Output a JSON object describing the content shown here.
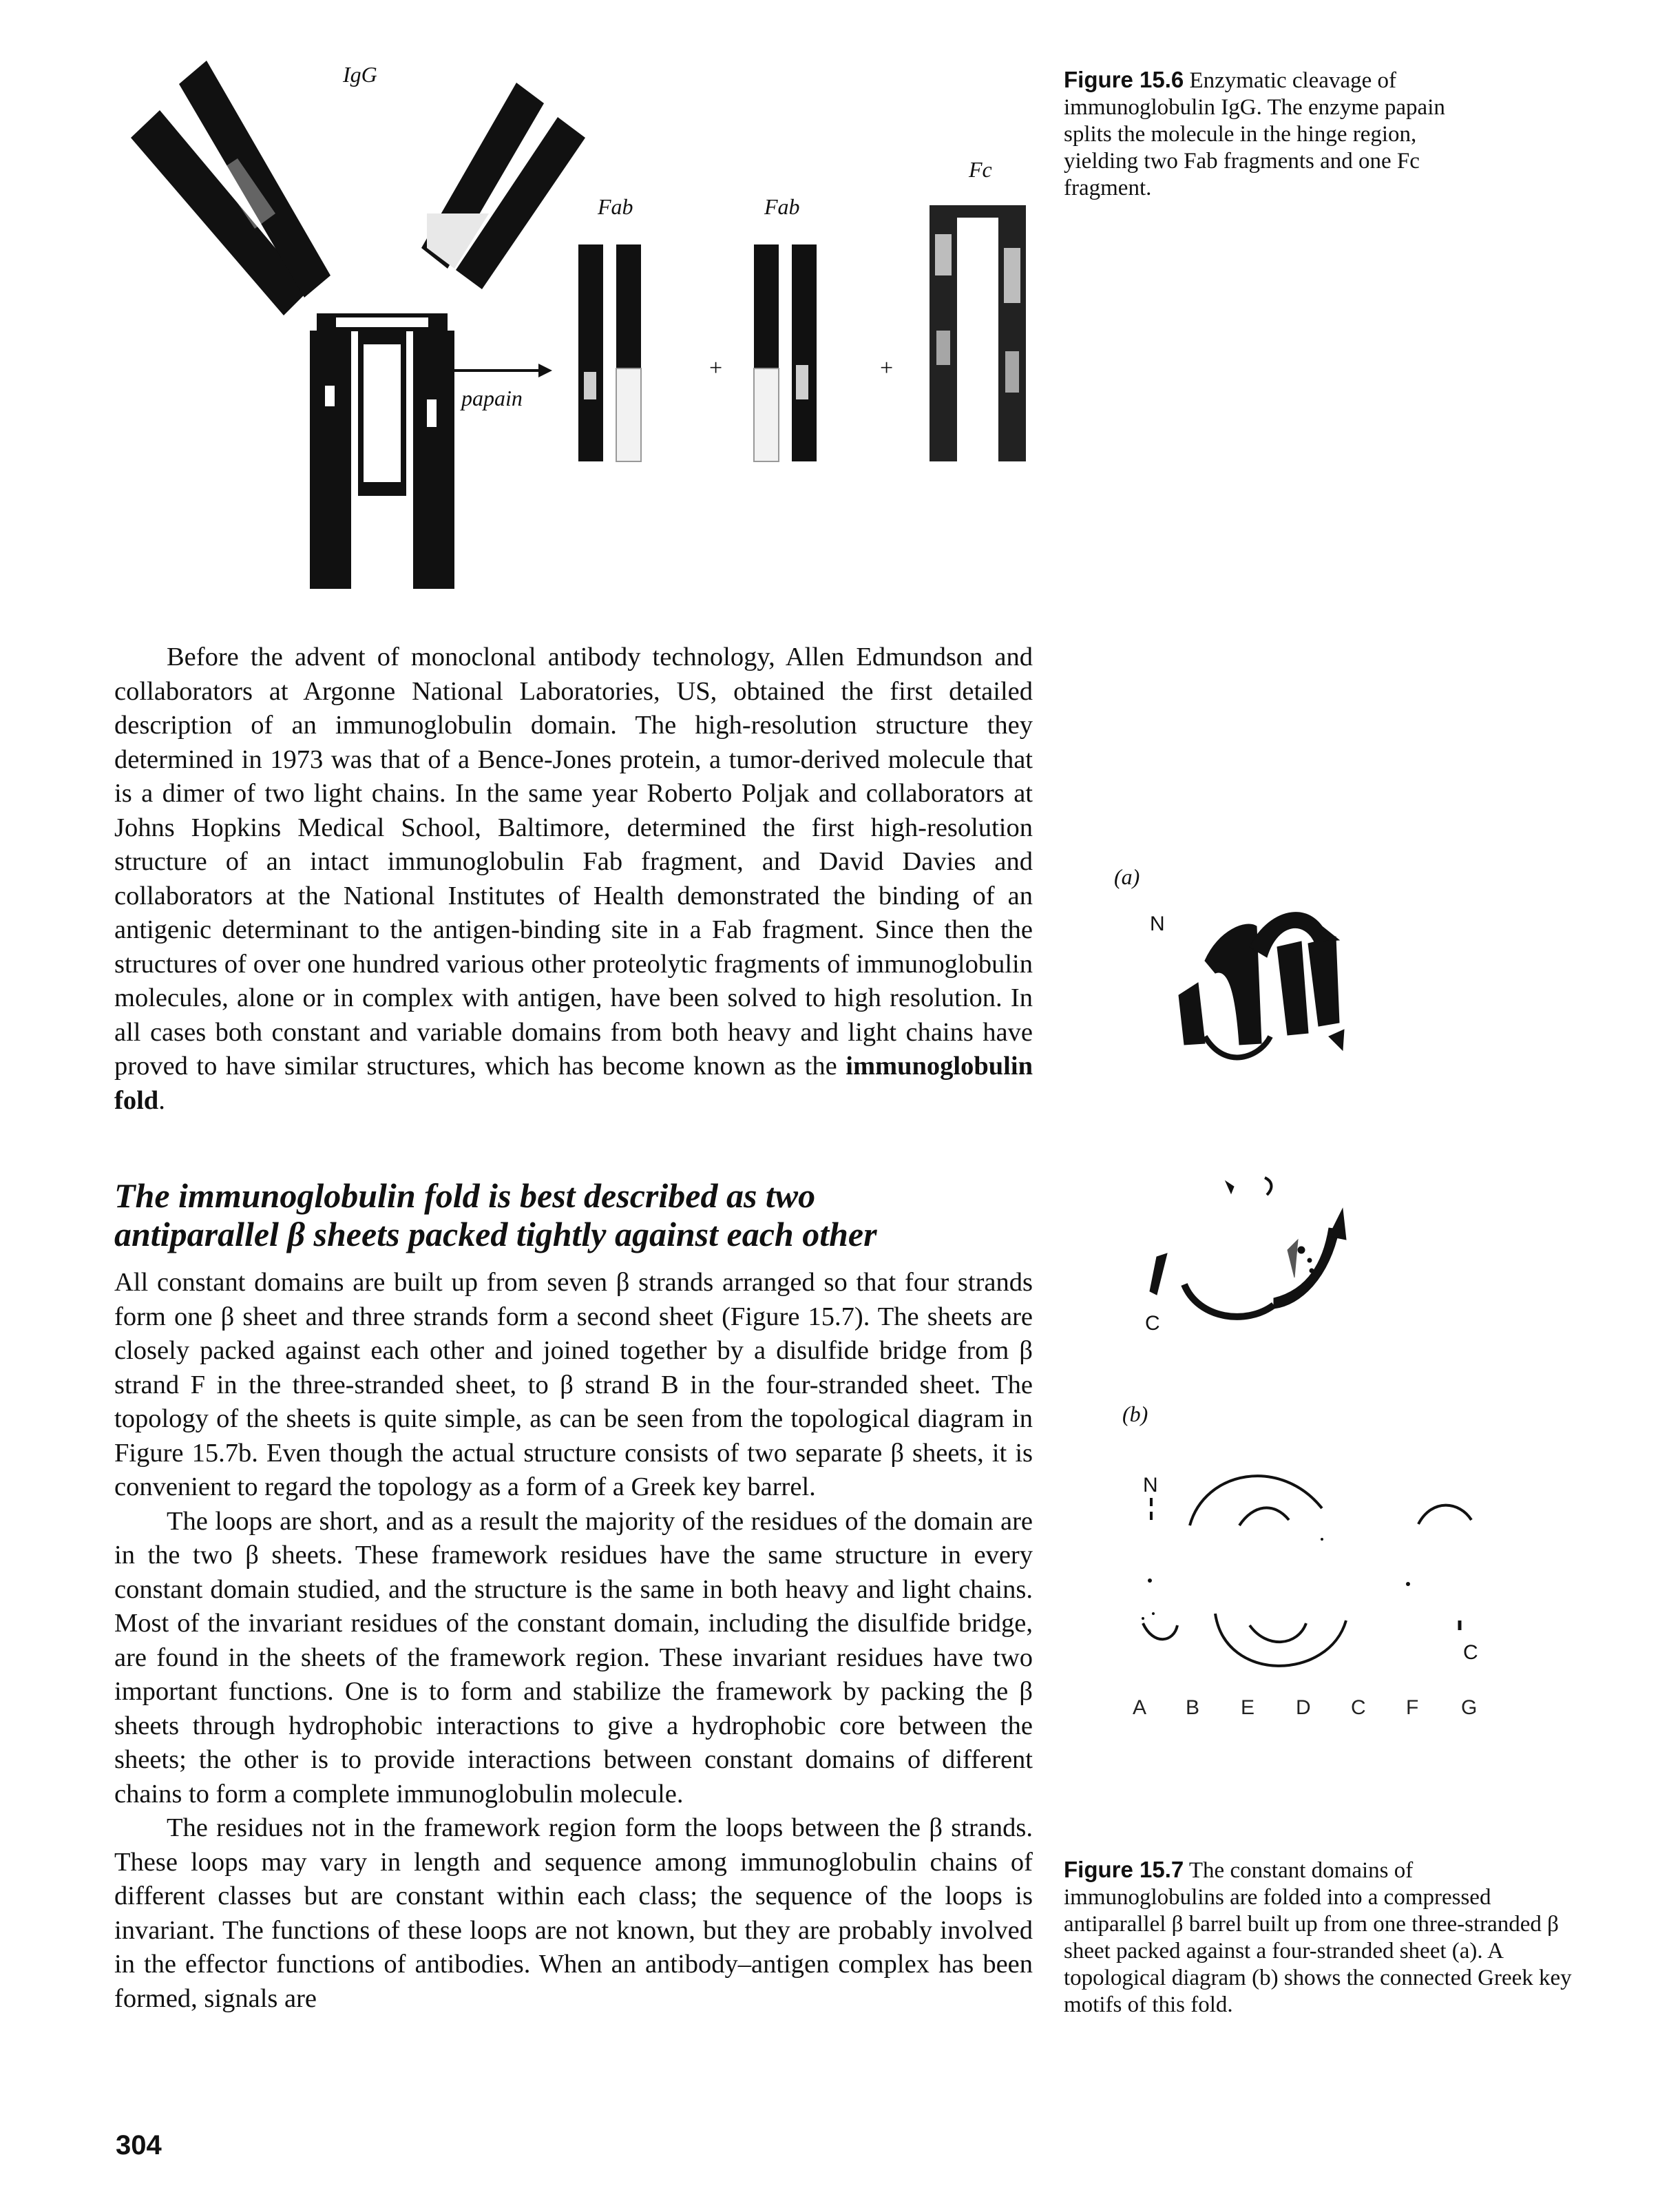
{
  "figure_15_6": {
    "labels": {
      "igg": "IgG",
      "fab_left": "Fab",
      "fab_right": "Fab",
      "fc": "Fc",
      "plus_1": "+",
      "plus_2": "+",
      "enzyme": "papain"
    },
    "caption": {
      "number": "Figure 15.6",
      "text": " Enzymatic cleavage of immunoglobulin IgG. The enzyme papain splits the molecule in the hinge region, yielding two Fab fragments and one Fc fragment."
    }
  },
  "intro_paragraph": {
    "text": "Before the advent of monoclonal antibody technology, Allen Edmundson and collaborators at Argonne National Laboratories, US, obtained the first detailed description of an immunoglobulin domain. The high-resolution structure they determined in 1973 was that of a Bence-Jones protein, a tumor-derived molecule that is a dimer of two light chains. In the same year Roberto Poljak and collaborators at Johns Hopkins Medical School, Baltimore, determined the first high-resolution structure of an intact immunoglobulin Fab fragment, and David Davies and collaborators at the National Institutes of Health demonstrated the binding of an antigenic determinant to the antigen-binding site in a Fab fragment. Since then the structures of over one hundred various other proteolytic fragments of immunoglobulin molecules, alone or in complex with antigen, have been solved to high resolution. In all cases both constant and variable domains from both heavy and light chains have proved to have similar structures, which has become known as the ",
    "bold_term": "immunoglobulin fold",
    "end": "."
  },
  "section_heading": {
    "line1": "The immunoglobulin fold is best described as two",
    "line2": "antiparallel β sheets packed tightly against each other"
  },
  "paragraphs": [
    "All constant domains are built up from seven β strands arranged so that four strands form one β sheet and three strands form a second sheet (Figure 15.7). The sheets are closely packed against each other and joined together by a disulfide bridge from β strand F in the three-stranded sheet, to β strand B in the four-stranded sheet. The topology of the sheets is quite simple, as can be seen from the topological diagram in Figure 15.7b. Even though the actual structure consists of two separate β sheets, it is convenient to regard the topology as a form of a Greek key barrel.",
    "The loops are short, and as a result the majority of the residues of the domain are in the two β sheets. These framework residues have the same structure in every constant domain studied, and the structure is the same in both heavy and light chains. Most of the invariant residues of the constant domain, including the disulfide bridge, are found in the sheets of the framework region. These invariant residues have two important functions. One is to form and stabilize the framework by packing the β sheets through hydrophobic interactions to give a hydrophobic core between the sheets; the other is to provide interactions between constant domains of different chains to form a complete immunoglobulin molecule.",
    "The residues not in the framework region form the loops between the β strands. These loops may vary in length and sequence among immunoglobulin chains of different classes but are constant within each class; the sequence of the loops is invariant. The functions of these loops are not known, but they are probably involved in the effector functions of antibodies. When an antibody–antigen complex has been formed, signals are"
  ],
  "figure_15_7": {
    "panel_a_label": "(a)",
    "panel_b_label": "(b)",
    "a_n_terminus": "N",
    "a_c_terminus": "C",
    "b_n_terminus": "N",
    "b_c_terminus": "C",
    "strand_letters": [
      "A",
      "B",
      "E",
      "D",
      "C",
      "F",
      "G"
    ],
    "caption": {
      "number": "Figure 15.7",
      "text": " The constant domains of immunoglobulins are folded into a compressed antiparallel β barrel built up from one three-stranded β sheet packed against a four-stranded sheet (a). A topological diagram (b) shows the connected Greek key motifs of this fold."
    }
  },
  "page_number": "304"
}
